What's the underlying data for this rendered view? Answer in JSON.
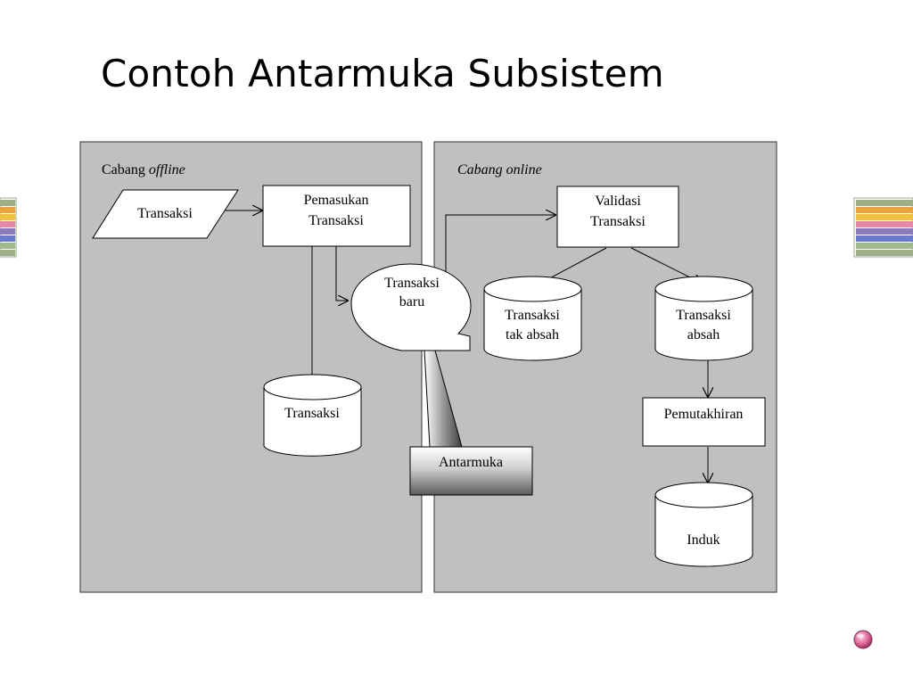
{
  "slide": {
    "title": "Contoh Antarmuka Subsistem"
  },
  "diagram": {
    "offline_zone": {
      "label_plain": "Cabang ",
      "label_italic": "offline"
    },
    "online_zone": {
      "label_italic": "Cabang online"
    },
    "nodes": {
      "input_transaksi": "Transaksi",
      "pemasukan": [
        "Pemasukan",
        "Transaksi"
      ],
      "db_transaksi": "Transaksi",
      "transaksi_baru": [
        "Transaksi",
        "baru"
      ],
      "antarmuka": "Antarmuka",
      "validasi": [
        "Validasi",
        "Transaksi"
      ],
      "db_tak_absah": [
        "Transaksi",
        "tak absah"
      ],
      "db_absah": [
        "Transaksi",
        "absah"
      ],
      "pemutakhiran": "Pemutakhiran",
      "db_induk": "Induk"
    }
  },
  "colors": {
    "panel": "#c0c0c0",
    "stroke": "#000000",
    "node_fill": "#ffffff",
    "nav_pink": "#e06a9a"
  },
  "icons": {
    "left_deco": "striped-tab-icon",
    "right_deco": "striped-tab-icon",
    "nav": "pink-orb-icon"
  }
}
